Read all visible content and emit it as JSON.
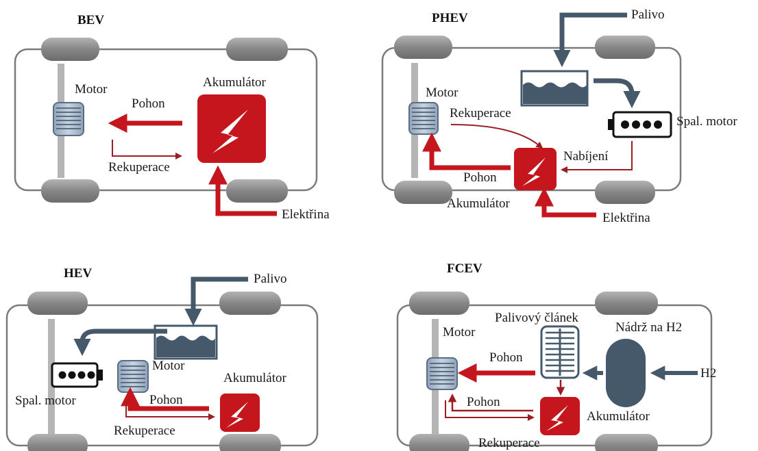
{
  "bev": {
    "title": "BEV",
    "motor": "Motor",
    "accumulator": "Akumulátor",
    "drive": "Pohon",
    "recuperation": "Rekuperace",
    "electricity": "Elektřina"
  },
  "phev": {
    "title": "PHEV",
    "fuel": "Palivo",
    "motor": "Motor",
    "recuperation": "Rekuperace",
    "combustion_engine": "Spal. motor",
    "charging": "Nabíjení",
    "drive": "Pohon",
    "accumulator": "Akumulátor",
    "electricity": "Elektřina"
  },
  "hev": {
    "title": "HEV",
    "fuel": "Palivo",
    "motor": "Motor",
    "accumulator": "Akumulátor",
    "combustion_engine": "Spal. motor",
    "drive": "Pohon",
    "recuperation": "Rekuperace"
  },
  "fcev": {
    "title": "FCEV",
    "motor": "Motor",
    "fuel_cell": "Palivový článek",
    "h2_tank": "Nádrž na H2",
    "drive_main": "Pohon",
    "h2": "H2",
    "drive_secondary": "Pohon",
    "accumulator": "Akumulátor",
    "recuperation": "Rekuperace"
  },
  "colors": {
    "red": "#c4161c",
    "dark_red": "#9a1e22",
    "slate": "#45596a",
    "motor_blue": "#a9b9cc",
    "wheel": "#8f8f8f",
    "axle": "#b5b5b5",
    "frame": "#7a7a7a"
  }
}
